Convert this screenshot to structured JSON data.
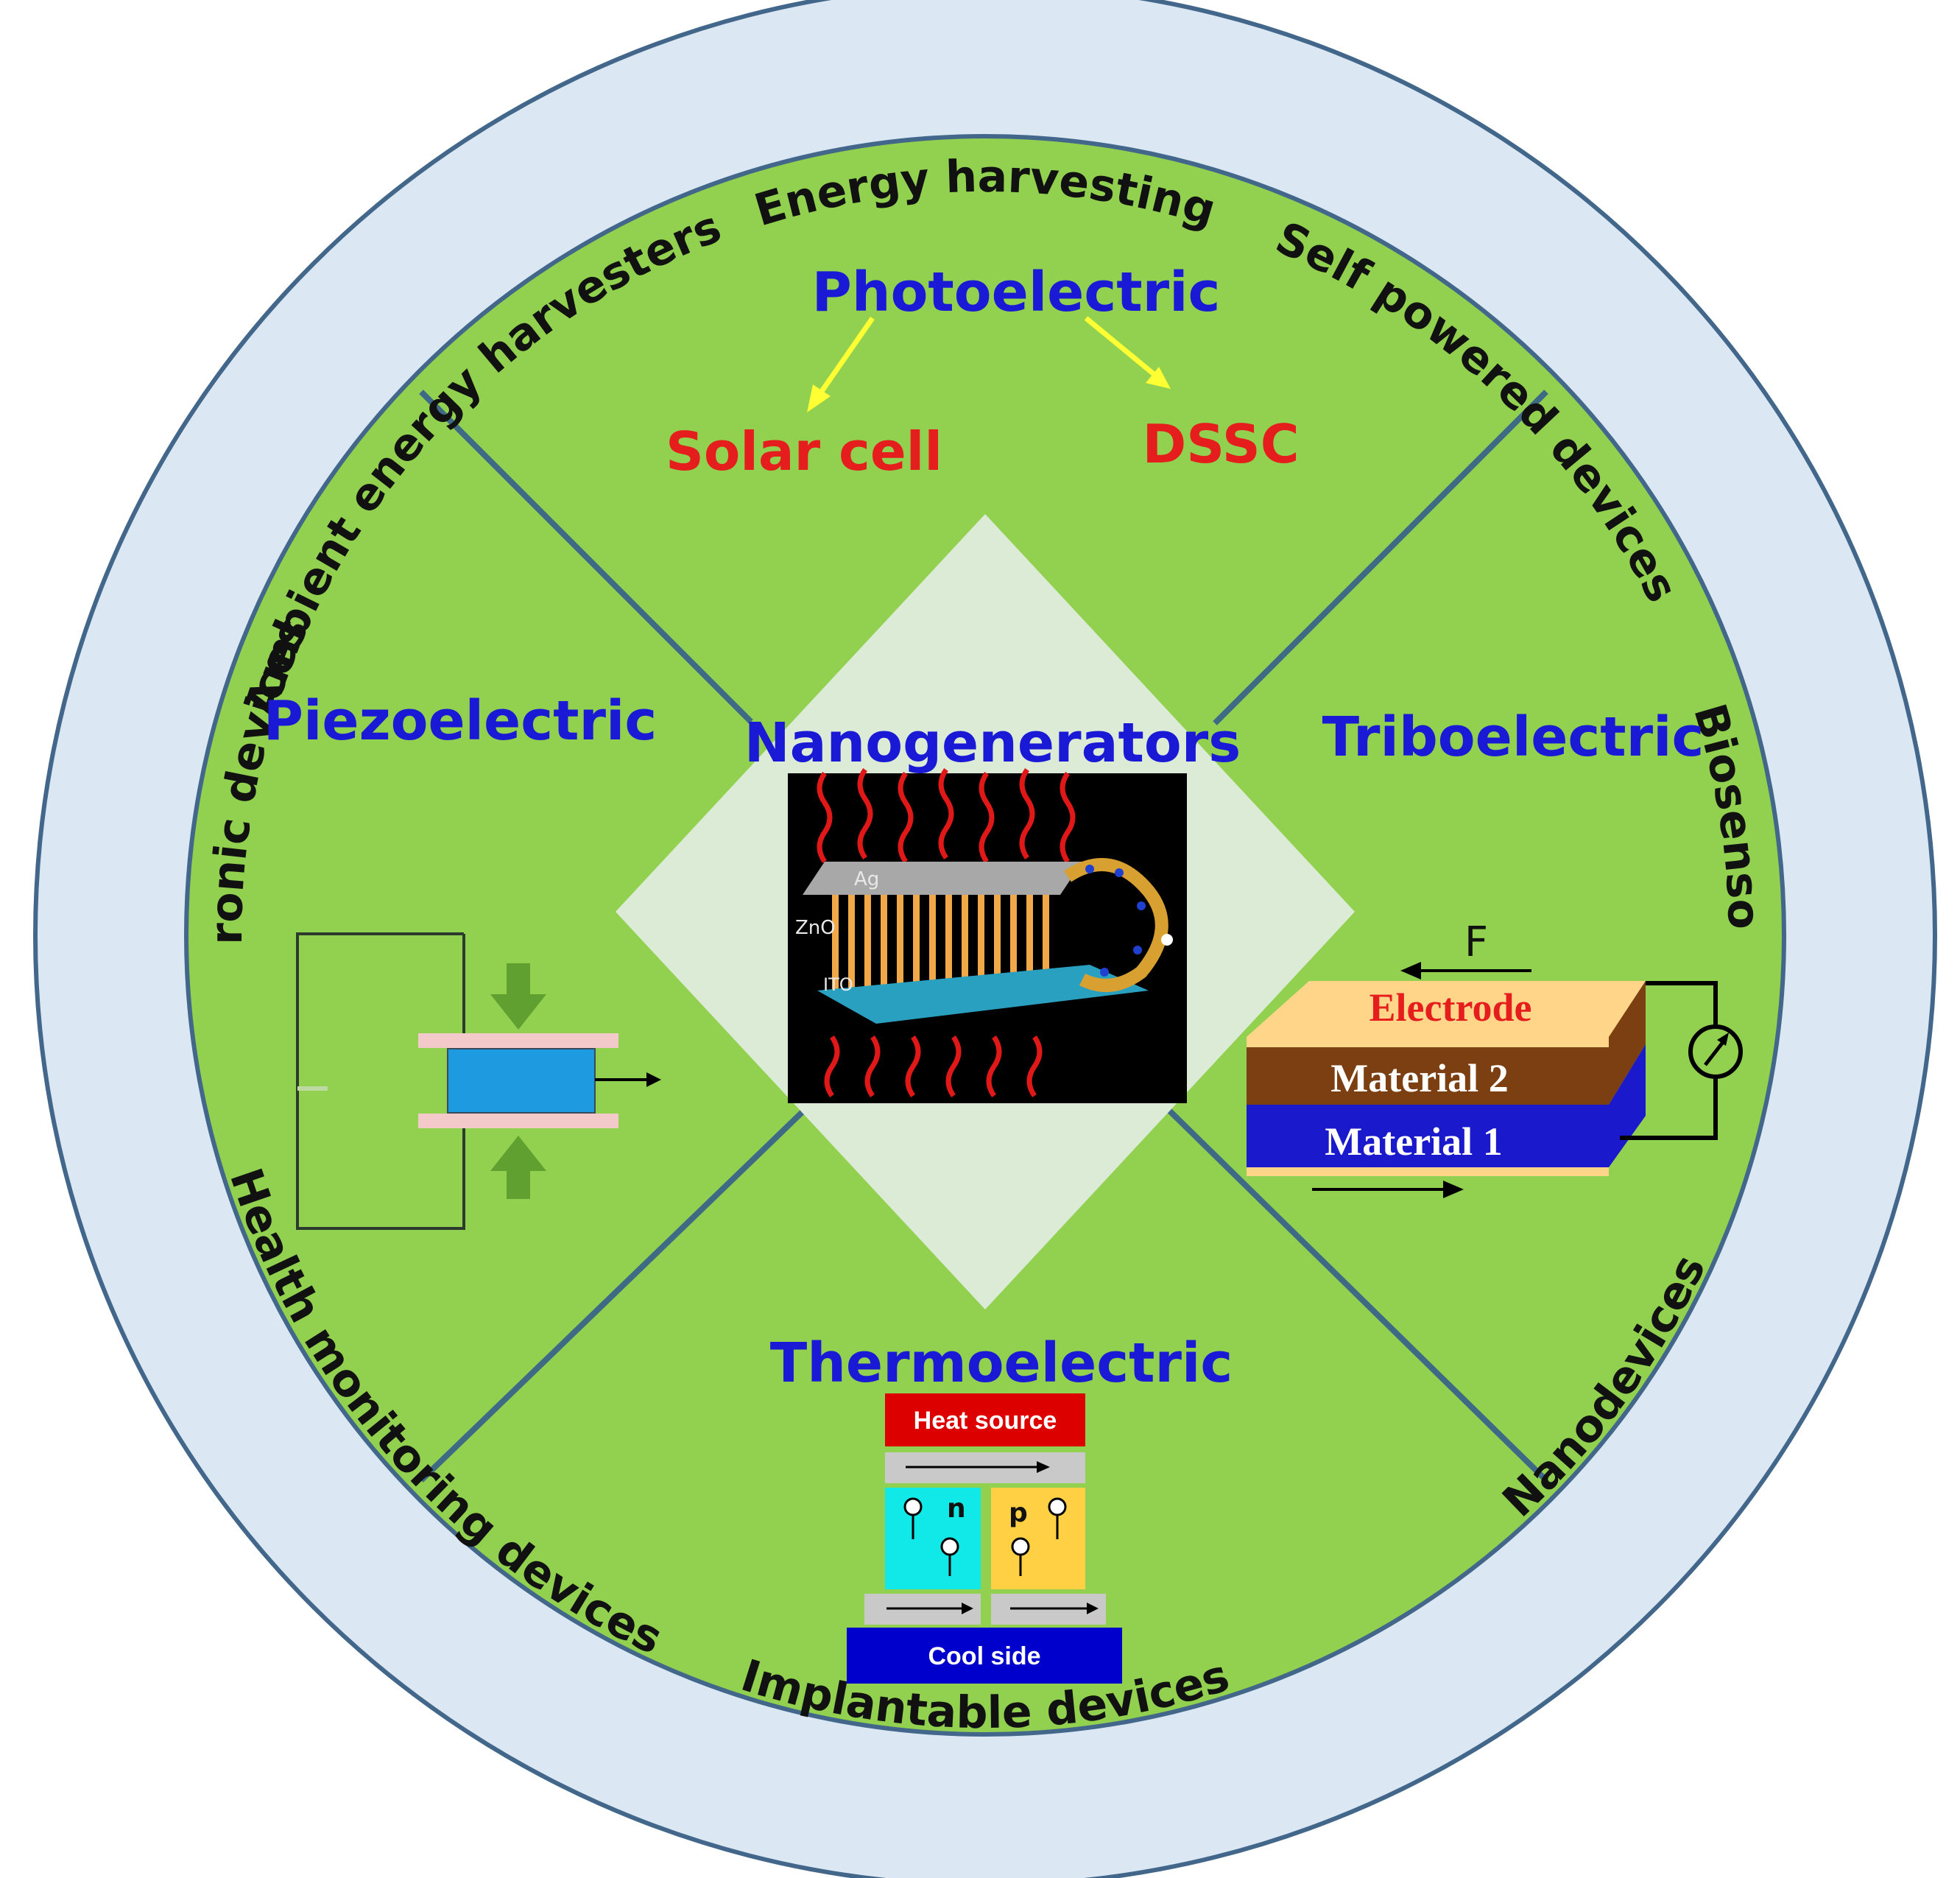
{
  "colors": {
    "outer_ring": "#dbe8f4",
    "ring_stroke": "#42678a",
    "inner_disc": "#92d050",
    "divider": "#3f6a86",
    "diamond": "#dcebd6",
    "title_blue": "#1a1ad6",
    "red": "#e61d1d",
    "arrow_yellow": "#ffff33"
  },
  "ring_labels": {
    "energy_harvesting": "Energy harvesting",
    "self_powered": "Self powered devices",
    "biosensors": "Biosensors",
    "health_monitoring": "Health monitoring devices",
    "implantable": "Implantable devices",
    "nanodevices": "Nanodevices",
    "electronic": "Electronic devices",
    "ambient": "Ambient energy harvesters"
  },
  "center": {
    "title": "Nanogenerators",
    "img_ag": "Ag",
    "img_zno": "ZnO",
    "img_ito": "ITO"
  },
  "photoelectric": {
    "title": "Photoelectric",
    "solar": "Solar cell",
    "dssc": "DSSC"
  },
  "piezoelectric": {
    "title": "Piezoelectric"
  },
  "triboelectric": {
    "title": "Triboelectric",
    "force": "F",
    "electrode": "Electrode",
    "material2": "Material 2",
    "material1": "Material 1"
  },
  "thermoelectric": {
    "title": "Thermoelectric",
    "heat": "Heat source",
    "n": "n",
    "p": "p",
    "cool": "Cool side"
  }
}
